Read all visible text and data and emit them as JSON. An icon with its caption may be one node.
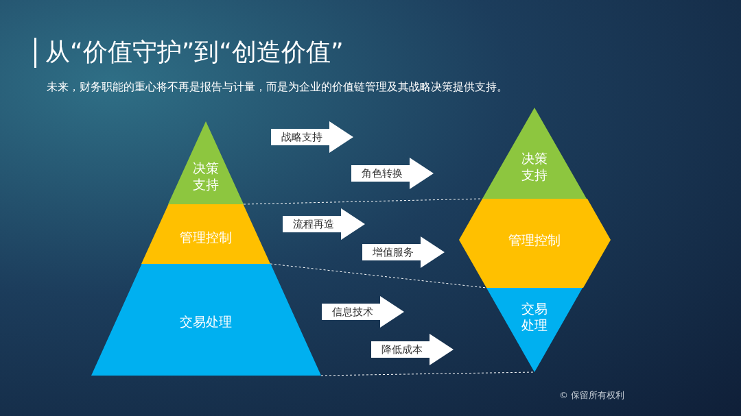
{
  "diagram": {
    "title": "从“价值守护”到“创造价值”",
    "nodes": [
      {
        "text": [
          "决策支持"
        ]
      },
      {
        "text": [
          "管理控制"
        ]
      },
      {
        "text": [
          "交易处理"
        ]
      },
      {
        "text": [
          "决策支持"
        ]
      },
      {
        "text": [
          "管理控制"
        ]
      },
      {
        "text": [
          "交易处理"
        ]
      },
      {
        "text": [
          "战略支持"
        ]
      },
      {
        "text": [
          "角色转换"
        ]
      },
      {
        "text": [
          "流程再造"
        ]
      },
      {
        "text": [
          "增值服务"
        ]
      },
      {
        "text": [
          "信息技术"
        ]
      },
      {
        "text": [
          "降低成本"
        ]
      }
    ],
    "edges": [
      {
        "from": 0,
        "to": 3,
        "arrow": "none",
        "style": "dashed"
      },
      {
        "from": 1,
        "to": 4,
        "arrow": "none",
        "style": "dashed"
      },
      {
        "from": 2,
        "to": 5,
        "arrow": "none",
        "style": "dashed"
      }
    ],
    "labels": [
      "未来，财务职能的重心将不再是报告与计量，而是为企业的价值链管理及其战略决策提供支持。",
      "© 保留所有权利"
    ]
  }
}
